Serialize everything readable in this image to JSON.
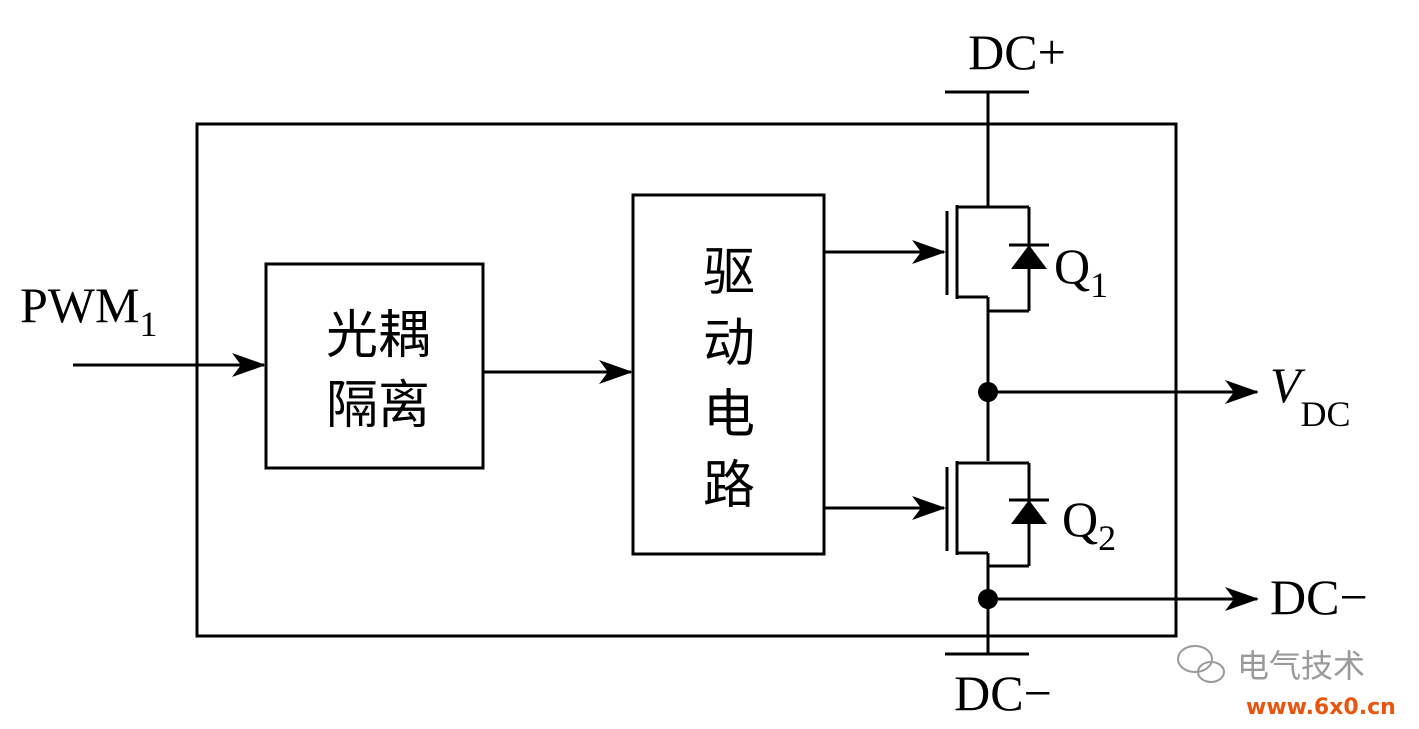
{
  "labels": {
    "pwm_main": "PWM",
    "pwm_sub": "1",
    "opto_line1": "光耦",
    "opto_line2": "隔离",
    "driver_chars": [
      "驱",
      "动",
      "电",
      "路"
    ],
    "dc_plus": "DC+",
    "dc_minus_bottom": "DC−",
    "dc_minus_right": "DC−",
    "q1_main": "Q",
    "q1_sub": "1",
    "q2_main": "Q",
    "q2_sub": "2",
    "vdc_main": "V",
    "vdc_sub": "DC"
  },
  "watermark": {
    "brand_text": "电气技术",
    "site_text": "www.6x0.cn",
    "site_color": "#e8550c",
    "brand_color": "#9a9a9a"
  }
}
